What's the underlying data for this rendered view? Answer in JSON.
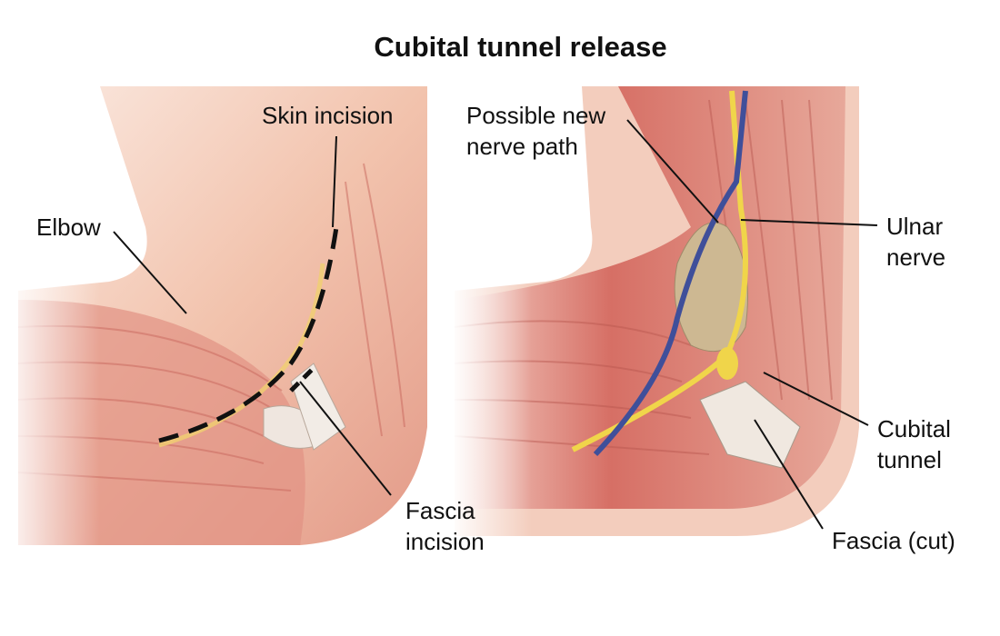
{
  "title": "Cubital tunnel release",
  "labels": {
    "skin_incision": "Skin incision",
    "elbow": "Elbow",
    "fascia_incision_1": "Fascia",
    "fascia_incision_2": "incision",
    "new_path_1": "Possible new",
    "new_path_2": "nerve path",
    "ulnar_1": "Ulnar",
    "ulnar_2": "nerve",
    "cubital_1": "Cubital",
    "cubital_2": "tunnel",
    "fascia_cut": "Fascia (cut)"
  },
  "colors": {
    "skin": "#f3c7b2",
    "muscle": "#d9786e",
    "nerve_yellow": "#f0d54a",
    "nerve_blue": "#3f4f9a",
    "bone": "#cdb892"
  }
}
